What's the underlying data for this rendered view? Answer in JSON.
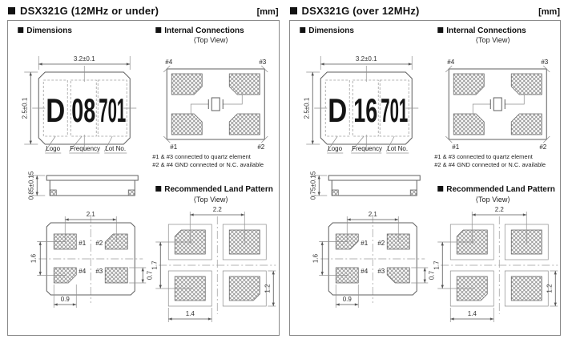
{
  "panels": [
    {
      "title": "DSX321G (12MHz or under)",
      "unit": "[mm]",
      "dimensions": {
        "heading": "Dimensions",
        "body_width": "3.2±0.1",
        "body_height": "2.5±0.1",
        "body_thickness": "0.85±0.15",
        "marking": {
          "logo": "D",
          "frequency": "08",
          "lot": "701"
        },
        "marking_labels": {
          "logo": "Logo",
          "frequency": "Frequency",
          "lot": "Lot No."
        },
        "bottom_view": {
          "pad_pitch_x": "2.1",
          "pad_pitch_y": "1.6",
          "pad_width": "0.9",
          "pad_height": "0.7",
          "pad_top_left": "#1",
          "pad_top_right": "#2",
          "pad_bottom_left": "#4",
          "pad_bottom_right": "#3"
        }
      },
      "internal_connections": {
        "heading": "Internal Connections",
        "subheading": "⟨Top View⟩",
        "pin_top_left": "#4",
        "pin_top_right": "#3",
        "pin_bottom_left": "#1",
        "pin_bottom_right": "#2",
        "note_line1": "#1 & #3 connected to quartz element",
        "note_line2": "#2 & #4 GND connected or N.C. available"
      },
      "land_pattern": {
        "heading": "Recommended Land Pattern",
        "subheading": "⟨Top View⟩",
        "pitch_x": "2.2",
        "pitch_y": "1.7",
        "land_width": "1.4",
        "land_height": "1.2"
      }
    },
    {
      "title": "DSX321G (over 12MHz)",
      "unit": "[mm]",
      "dimensions": {
        "heading": "Dimensions",
        "body_width": "3.2±0.1",
        "body_height": "2.5±0.1",
        "body_thickness": "0.75±0.15",
        "marking": {
          "logo": "D",
          "frequency": "16",
          "lot": "701"
        },
        "marking_labels": {
          "logo": "Logo",
          "frequency": "Frequency",
          "lot": "Lot No."
        },
        "bottom_view": {
          "pad_pitch_x": "2.1",
          "pad_pitch_y": "1.6",
          "pad_width": "0.9",
          "pad_height": "0.7",
          "pad_top_left": "#1",
          "pad_top_right": "#2",
          "pad_bottom_left": "#4",
          "pad_bottom_right": "#3"
        }
      },
      "internal_connections": {
        "heading": "Internal Connections",
        "subheading": "⟨Top View⟩",
        "pin_top_left": "#4",
        "pin_top_right": "#3",
        "pin_bottom_left": "#1",
        "pin_bottom_right": "#2",
        "note_line1": "#1 & #3 connected to quartz element",
        "note_line2": "#2 & #4 GND connected or N.C. available"
      },
      "land_pattern": {
        "heading": "Recommended Land Pattern",
        "subheading": "⟨Top View⟩",
        "pitch_x": "2.2",
        "pitch_y": "1.7",
        "land_width": "1.4",
        "land_height": "1.2"
      }
    }
  ]
}
